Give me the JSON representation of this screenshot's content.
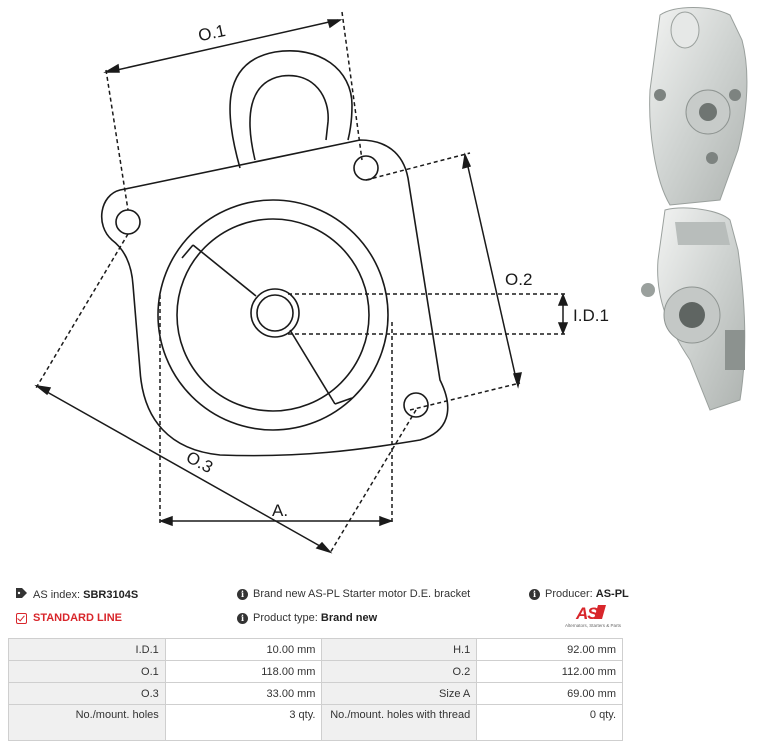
{
  "drawing": {
    "labels": {
      "o1": "O.1",
      "o2": "O.2",
      "o3": "O.3",
      "id1": "I.D.1",
      "a": "A."
    }
  },
  "photos": {
    "top": "bracket-photo-front",
    "bottom": "bracket-photo-back"
  },
  "info": {
    "as_index_label": "AS index:",
    "as_index_value": "SBR3104S",
    "description": "Brand new AS-PL Starter motor D.E. bracket",
    "producer_label": "Producer:",
    "producer_value": "AS-PL",
    "standard_line": "STANDARD LINE",
    "product_type_label": "Product type:",
    "product_type_value": "Brand new",
    "logo_text": "AS",
    "logo_tagline": "Alternators, Starters & Parts",
    "icons": {
      "tag": "tag-icon",
      "info": "info-circle-icon",
      "check": "check-square-icon"
    },
    "accent_color": "#d8262b"
  },
  "specs": {
    "rows": [
      {
        "l1": "I.D.1",
        "v1": "10.00 mm",
        "l2": "H.1",
        "v2": "92.00 mm"
      },
      {
        "l1": "O.1",
        "v1": "118.00 mm",
        "l2": "O.2",
        "v2": "112.00 mm"
      },
      {
        "l1": "O.3",
        "v1": "33.00 mm",
        "l2": "Size A",
        "v2": "69.00 mm"
      },
      {
        "l1": "No./mount. holes",
        "v1": "3 qty.",
        "l2": "No./mount. holes with thread",
        "v2": "0 qty."
      }
    ]
  }
}
